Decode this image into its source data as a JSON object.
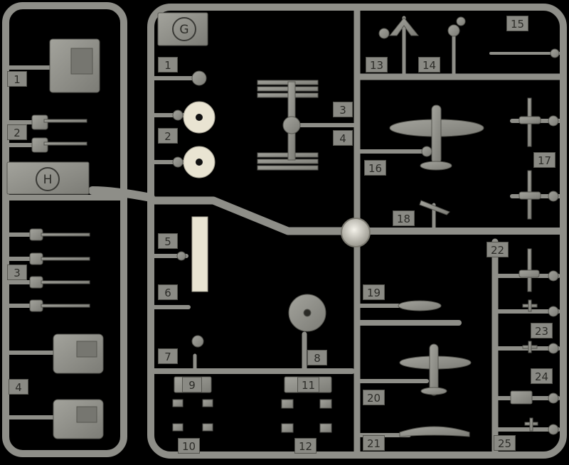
{
  "sprue_letters": {
    "left": "H",
    "right": "G"
  },
  "part_numbers": {
    "left": [
      "1",
      "2",
      "3",
      "4"
    ],
    "right": [
      "1",
      "2",
      "3",
      "4",
      "5",
      "6",
      "7",
      "8",
      "9",
      "10",
      "11",
      "12",
      "13",
      "14",
      "15",
      "16",
      "17",
      "18",
      "19",
      "20",
      "21",
      "22",
      "23",
      "24",
      "25"
    ]
  },
  "colors": {
    "background": "#000000",
    "plastic": "#8e8e88",
    "plastic_dark": "#5a5a55",
    "label_text": "#2c2c28",
    "hub_highlight": "#e8e6de"
  }
}
